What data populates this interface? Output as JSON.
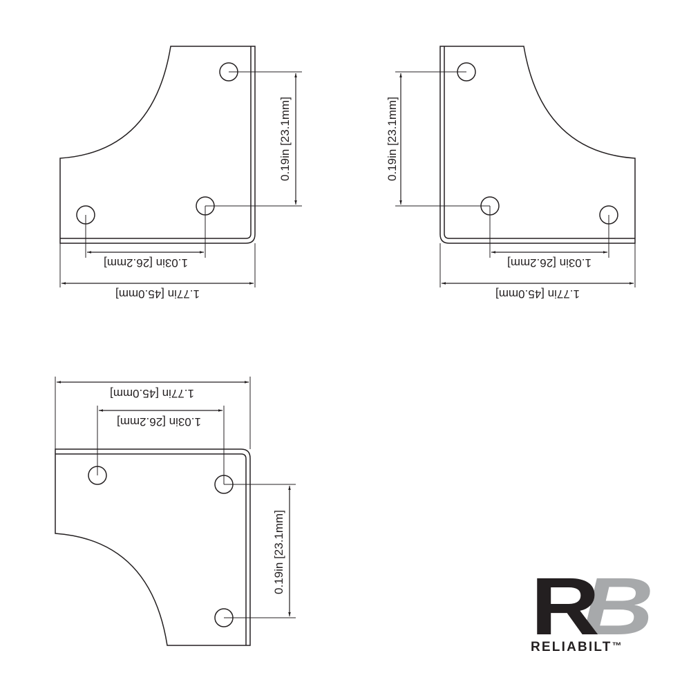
{
  "views": [
    {
      "id": "top-left",
      "dimensions": {
        "overall_width": "1.77in [45.0mm]",
        "hole_spacing_horizontal": "1.03in [26.2mm]",
        "hole_spacing_vertical": "0.19in [23.1mm]"
      }
    },
    {
      "id": "top-right",
      "dimensions": {
        "overall_width": "1.77in [45.0mm]",
        "hole_spacing_horizontal": "1.03in [26.2mm]",
        "hole_spacing_vertical": "0.19in [23.1mm]"
      }
    },
    {
      "id": "bottom-left",
      "dimensions": {
        "overall_width": "1.77in [45.0mm]",
        "hole_spacing_horizontal": "1.03in [26.2mm]",
        "hole_spacing_vertical": "0.19in [23.1mm]"
      }
    }
  ],
  "brand": {
    "monogram": "RB",
    "monogram_r": "R",
    "monogram_b": "B",
    "name": "RELIABILT",
    "trademark": "™",
    "colors": {
      "r": "#231f20",
      "b": "#a7a9ab"
    }
  },
  "colors": {
    "line": "#231f20",
    "background": "#ffffff"
  }
}
